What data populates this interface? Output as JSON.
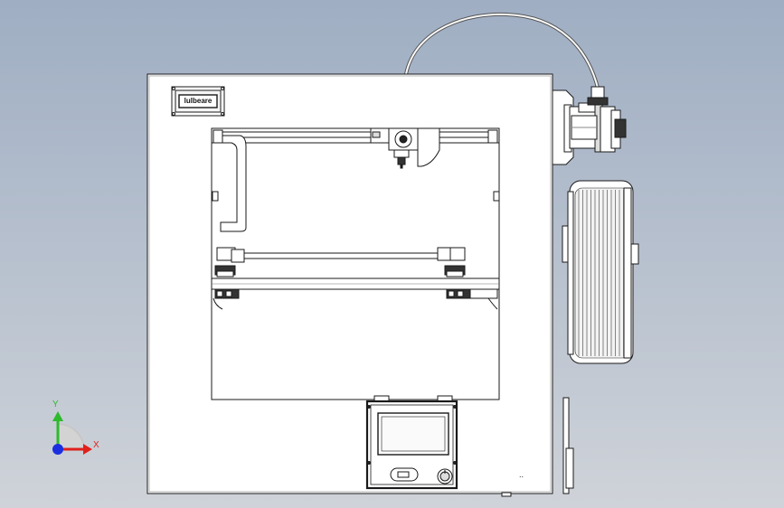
{
  "viewport": {
    "background": [
      "#9faec3",
      "#cfd3d9"
    ],
    "line_color": "#1a1a1a",
    "fill_color": "#ffffff"
  },
  "printer": {
    "logo_text": "lulbeare",
    "screen_panel": "lcd-controller",
    "bottom_marks": ".."
  },
  "triad": {
    "y_label": "Y",
    "x_label": "X",
    "colors": {
      "x": "#e0201b",
      "y": "#2dba2d",
      "z": "#1b2fe0"
    }
  }
}
